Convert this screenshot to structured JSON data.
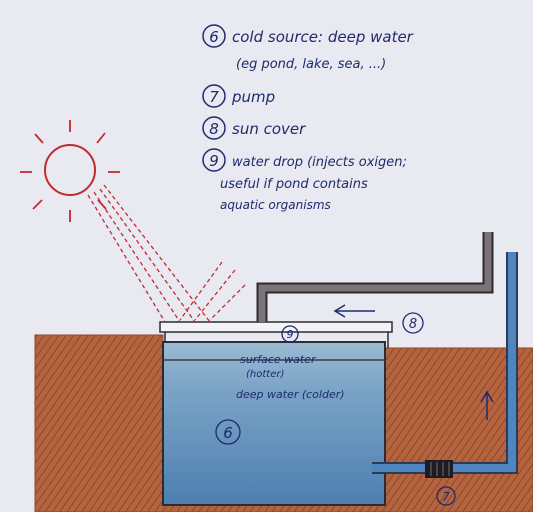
{
  "legend": {
    "items": [
      {
        "number": "6",
        "lines": [
          "cold source: deep water",
          "(eg pond, lake, sea, ...)"
        ]
      },
      {
        "number": "7",
        "lines": [
          "pump"
        ]
      },
      {
        "number": "8",
        "lines": [
          "sun cover"
        ]
      },
      {
        "number": "9",
        "lines": [
          "water drop (injects oxigen;",
          "useful if pond contains",
          "aquatic organisms"
        ]
      }
    ]
  },
  "labels": {
    "surface_line1": "surface water",
    "surface_line2": "(hotter)",
    "deep": "deep water (colder)",
    "num_cold_source": "6",
    "num_pump": "7",
    "num_cover": "8",
    "num_drop": "9"
  },
  "colors": {
    "ground": "#b4643f",
    "ground_dark": "#8f4628",
    "water_surface": "#8db0cc",
    "water_deep": "#5f8fbd",
    "return_pipe": "#7a7478",
    "supply_pipe": "#4f86c0",
    "sun": "#c22a2e",
    "ink": "#1f2a6e",
    "outline": "#2b2b33"
  }
}
